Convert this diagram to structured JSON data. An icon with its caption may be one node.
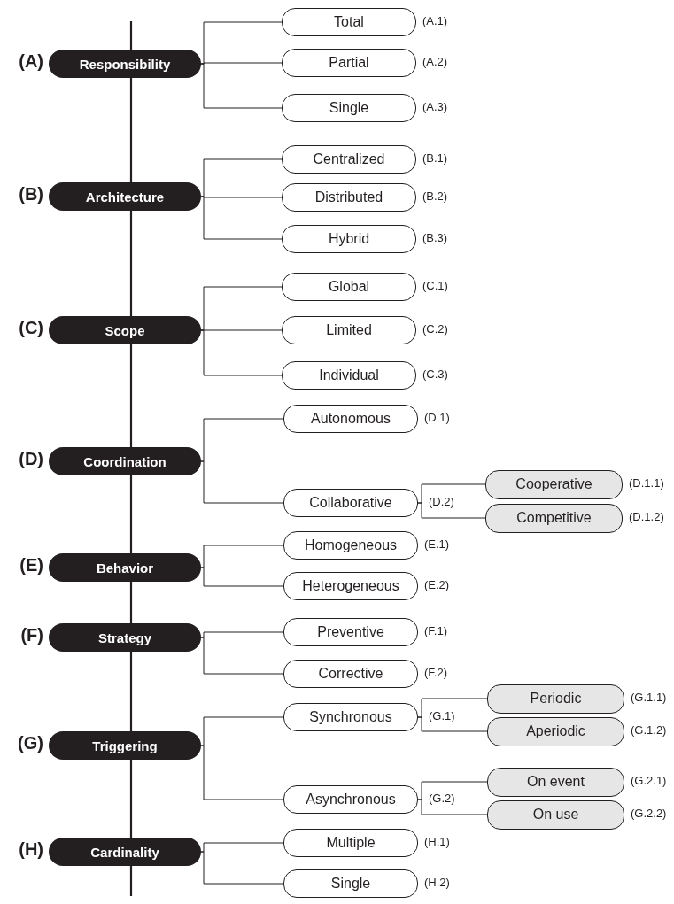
{
  "diagram": {
    "nodes": [
      {
        "text": [
          "Responsibility"
        ],
        "beside": [
          "(A)"
        ]
      },
      {
        "text": [
          "Total"
        ],
        "beside": [
          "(A.1)"
        ]
      },
      {
        "text": [
          "Partial"
        ],
        "beside": [
          "(A.2)"
        ]
      },
      {
        "text": [
          "Single"
        ],
        "beside": [
          "(A.3)"
        ]
      },
      {
        "text": [
          "Architecture"
        ],
        "beside": [
          "(B)"
        ]
      },
      {
        "text": [
          "Centralized"
        ],
        "beside": [
          "(B.1)"
        ]
      },
      {
        "text": [
          "Distributed"
        ],
        "beside": [
          "(B.2)"
        ]
      },
      {
        "text": [
          "Hybrid"
        ],
        "beside": [
          "(B.3)"
        ]
      },
      {
        "text": [
          "Scope"
        ],
        "beside": [
          "(C)"
        ]
      },
      {
        "text": [
          "Global"
        ],
        "beside": [
          "(C.1)"
        ]
      },
      {
        "text": [
          "Limited"
        ],
        "beside": [
          "(C.2)"
        ]
      },
      {
        "text": [
          "Individual"
        ],
        "beside": [
          "(C.3)"
        ]
      },
      {
        "text": [
          "Coordination"
        ],
        "beside": [
          "(D)"
        ]
      },
      {
        "text": [
          "Autonomous"
        ],
        "beside": [
          "(D.1)"
        ]
      },
      {
        "text": [
          "Collaborative"
        ],
        "beside": [
          "(D.2)"
        ]
      },
      {
        "text": [
          "Cooperative"
        ],
        "beside": [
          "(D.1.1)"
        ]
      },
      {
        "text": [
          "Competitive"
        ],
        "beside": [
          "(D.1.2)"
        ]
      },
      {
        "text": [
          "Behavior"
        ],
        "beside": [
          "(E)"
        ]
      },
      {
        "text": [
          "Homogeneous"
        ],
        "beside": [
          "(E.1)"
        ]
      },
      {
        "text": [
          "Heterogeneous"
        ],
        "beside": [
          "(E.2)"
        ]
      },
      {
        "text": [
          "Strategy"
        ],
        "beside": [
          "(F)"
        ]
      },
      {
        "text": [
          "Preventive"
        ],
        "beside": [
          "(F.1)"
        ]
      },
      {
        "text": [
          "Corrective"
        ],
        "beside": [
          "(F.2)"
        ]
      },
      {
        "text": [
          "Triggering"
        ],
        "beside": [
          "(G)"
        ]
      },
      {
        "text": [
          "Synchronous"
        ],
        "beside": [
          "(G.1)"
        ]
      },
      {
        "text": [
          "Periodic"
        ],
        "beside": [
          "(G.1.1)"
        ]
      },
      {
        "text": [
          "Aperiodic"
        ],
        "beside": [
          "(G.1.2)"
        ]
      },
      {
        "text": [
          "Asynchronous"
        ],
        "beside": [
          "(G.2)"
        ]
      },
      {
        "text": [
          "On event"
        ],
        "beside": [
          "(G.2.1)"
        ]
      },
      {
        "text": [
          "On use"
        ],
        "beside": [
          "(G.2.2)"
        ]
      },
      {
        "text": [
          "Cardinality"
        ],
        "beside": [
          "(H)"
        ]
      },
      {
        "text": [
          "Multiple"
        ],
        "beside": [
          "(H.1)"
        ]
      },
      {
        "text": [
          "Single"
        ],
        "beside": [
          "(H.2)"
        ]
      }
    ],
    "edges": [
      {
        "from": 0,
        "to": 1,
        "arrow": "none"
      },
      {
        "from": 0,
        "to": 2,
        "arrow": "none"
      },
      {
        "from": 0,
        "to": 3,
        "arrow": "none"
      },
      {
        "from": 4,
        "to": 5,
        "arrow": "none"
      },
      {
        "from": 4,
        "to": 6,
        "arrow": "none"
      },
      {
        "from": 4,
        "to": 7,
        "arrow": "none"
      },
      {
        "from": 8,
        "to": 9,
        "arrow": "none"
      },
      {
        "from": 8,
        "to": 10,
        "arrow": "none"
      },
      {
        "from": 8,
        "to": 11,
        "arrow": "none"
      },
      {
        "from": 12,
        "to": 13,
        "arrow": "none"
      },
      {
        "from": 12,
        "to": 14,
        "arrow": "none"
      },
      {
        "from": 14,
        "to": 15,
        "arrow": "none"
      },
      {
        "from": 14,
        "to": 16,
        "arrow": "none"
      },
      {
        "from": 17,
        "to": 18,
        "arrow": "none"
      },
      {
        "from": 17,
        "to": 19,
        "arrow": "none"
      },
      {
        "from": 20,
        "to": 21,
        "arrow": "none"
      },
      {
        "from": 20,
        "to": 22,
        "arrow": "none"
      },
      {
        "from": 23,
        "to": 24,
        "arrow": "none"
      },
      {
        "from": 23,
        "to": 27,
        "arrow": "none"
      },
      {
        "from": 24,
        "to": 25,
        "arrow": "none"
      },
      {
        "from": 24,
        "to": 26,
        "arrow": "none"
      },
      {
        "from": 27,
        "to": 28,
        "arrow": "none"
      },
      {
        "from": 27,
        "to": 29,
        "arrow": "none"
      },
      {
        "from": 30,
        "to": 31,
        "arrow": "none"
      },
      {
        "from": 30,
        "to": 32,
        "arrow": "none"
      }
    ]
  }
}
